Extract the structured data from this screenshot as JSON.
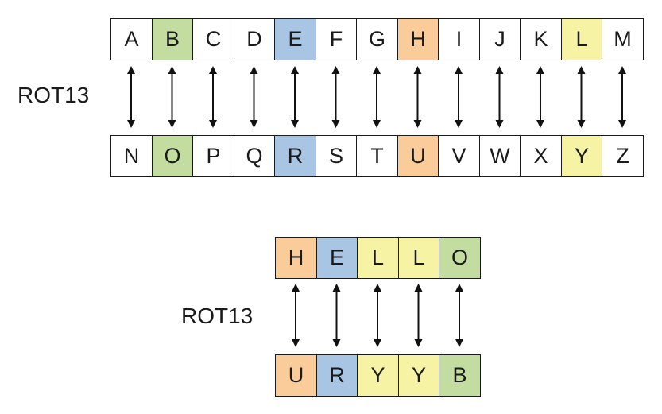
{
  "colors": {
    "green": "#c3dda0",
    "blue": "#a9c5e4",
    "orange": "#f9cc9a",
    "yellow": "#f6f3a5",
    "plain": "#ffffff"
  },
  "top": {
    "label": "ROT13",
    "upper": [
      {
        "letter": "A",
        "color": "plain"
      },
      {
        "letter": "B",
        "color": "green"
      },
      {
        "letter": "C",
        "color": "plain"
      },
      {
        "letter": "D",
        "color": "plain"
      },
      {
        "letter": "E",
        "color": "blue"
      },
      {
        "letter": "F",
        "color": "plain"
      },
      {
        "letter": "G",
        "color": "plain"
      },
      {
        "letter": "H",
        "color": "orange"
      },
      {
        "letter": "I",
        "color": "plain"
      },
      {
        "letter": "J",
        "color": "plain"
      },
      {
        "letter": "K",
        "color": "plain"
      },
      {
        "letter": "L",
        "color": "yellow"
      },
      {
        "letter": "M",
        "color": "plain"
      }
    ],
    "lower": [
      {
        "letter": "N",
        "color": "plain"
      },
      {
        "letter": "O",
        "color": "green"
      },
      {
        "letter": "P",
        "color": "plain"
      },
      {
        "letter": "Q",
        "color": "plain"
      },
      {
        "letter": "R",
        "color": "blue"
      },
      {
        "letter": "S",
        "color": "plain"
      },
      {
        "letter": "T",
        "color": "plain"
      },
      {
        "letter": "U",
        "color": "orange"
      },
      {
        "letter": "V",
        "color": "plain"
      },
      {
        "letter": "W",
        "color": "plain"
      },
      {
        "letter": "X",
        "color": "plain"
      },
      {
        "letter": "Y",
        "color": "yellow"
      },
      {
        "letter": "Z",
        "color": "plain"
      }
    ]
  },
  "bottom": {
    "label": "ROT13",
    "upper": [
      {
        "letter": "H",
        "color": "orange"
      },
      {
        "letter": "E",
        "color": "blue"
      },
      {
        "letter": "L",
        "color": "yellow"
      },
      {
        "letter": "L",
        "color": "yellow"
      },
      {
        "letter": "O",
        "color": "green"
      }
    ],
    "lower": [
      {
        "letter": "U",
        "color": "orange"
      },
      {
        "letter": "R",
        "color": "blue"
      },
      {
        "letter": "Y",
        "color": "yellow"
      },
      {
        "letter": "Y",
        "color": "yellow"
      },
      {
        "letter": "B",
        "color": "green"
      }
    ]
  }
}
